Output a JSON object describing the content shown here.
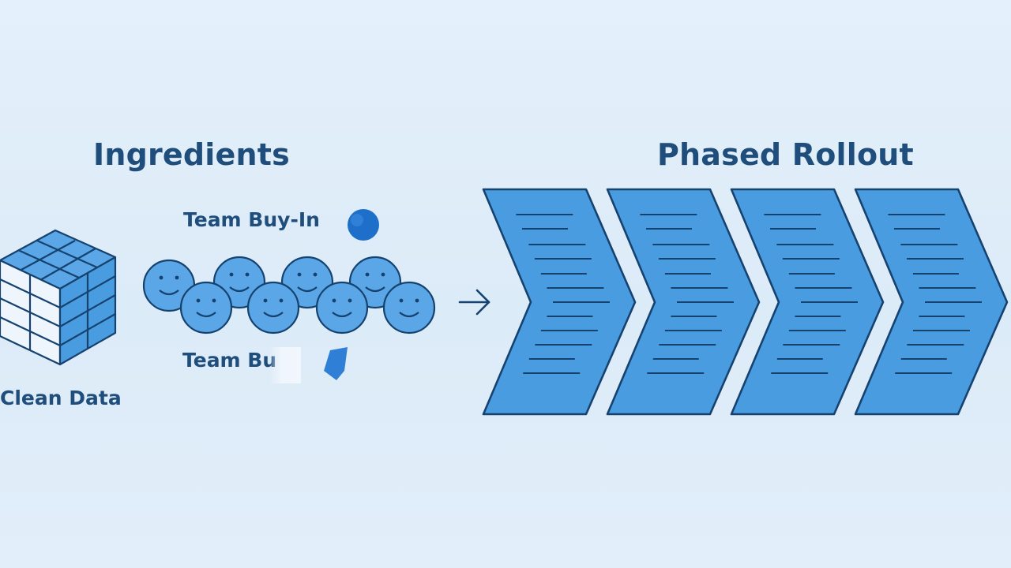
{
  "ingredients": {
    "title": "Ingredients",
    "clean_data_label": "Clean Data",
    "team_buyin_label": "Team Buy-In",
    "team_buyin_partial_label": "Team Bu"
  },
  "rollout": {
    "title": "Phased Rollout",
    "phase_count": 4
  },
  "colors": {
    "background": "#dcebf8",
    "primary": "#4a9ce0",
    "stroke": "#16426f",
    "text": "#1f4e7c"
  },
  "icons": [
    "cube-data-icon",
    "smiley-face-icon",
    "arrow-right-icon",
    "chevron-phase-icon",
    "dot-icon"
  ]
}
